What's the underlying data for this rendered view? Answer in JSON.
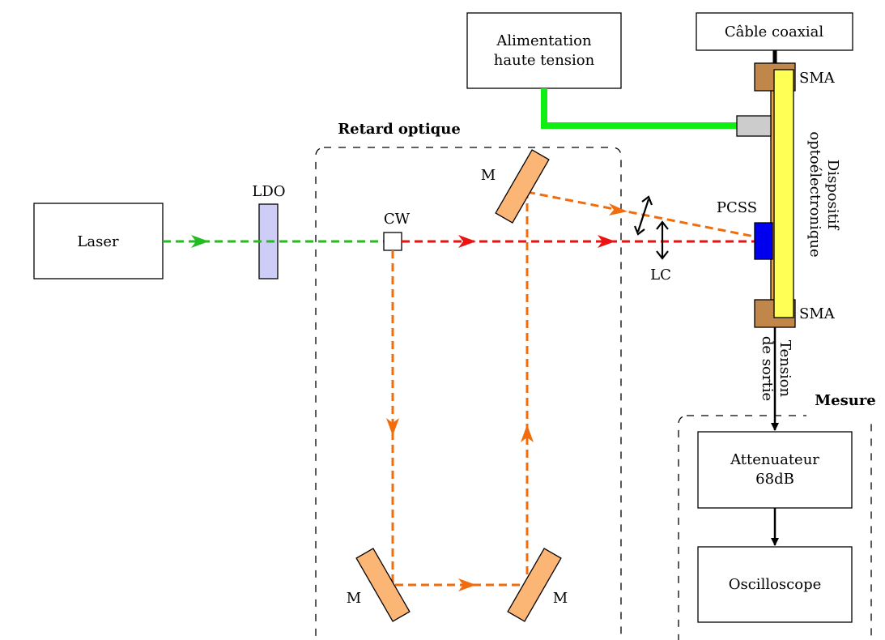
{
  "colors": {
    "green_beam": "#22bb22",
    "red_beam": "#ee1111",
    "orange_beam": "#f26c0c",
    "hv_wire": "#11ee11",
    "mirror": "#fbb574",
    "ldo": "#cdcdf8",
    "sma": "#c1874a",
    "device": "#ffff55",
    "pcss": "#0000ee",
    "connector": "#cccccc"
  },
  "labels": {
    "laser": "Laser",
    "ldo": "LDO",
    "cw": "CW",
    "retard": "Retard optique",
    "mirror": "M",
    "lc": "LC",
    "pcss": "PCSS",
    "sma": "SMA",
    "hv_line1": "Alimentation",
    "hv_line2": "haute tension",
    "coax": "Câble coaxial",
    "device_line1": "Dispositif",
    "device_line2": "optoélectronique",
    "out_line1": "Tension",
    "out_line2": "de sortie",
    "mesure": "Mesure",
    "att_line1": "Attenuateur",
    "att_line2": "68dB",
    "osc": "Oscilloscope"
  }
}
